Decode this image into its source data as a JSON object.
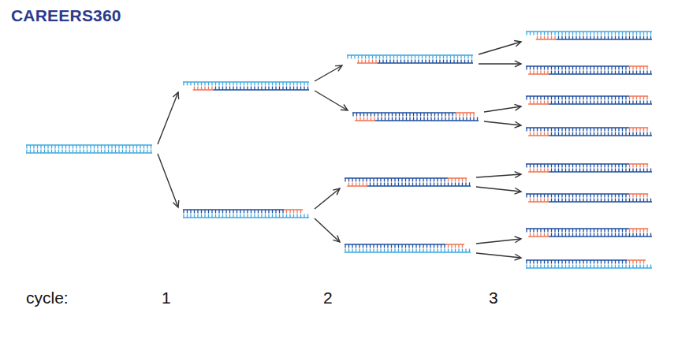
{
  "diagram": {
    "labels": [
      "CAREERS360",
      "cycle:",
      "1",
      "2",
      "3"
    ]
  }
}
